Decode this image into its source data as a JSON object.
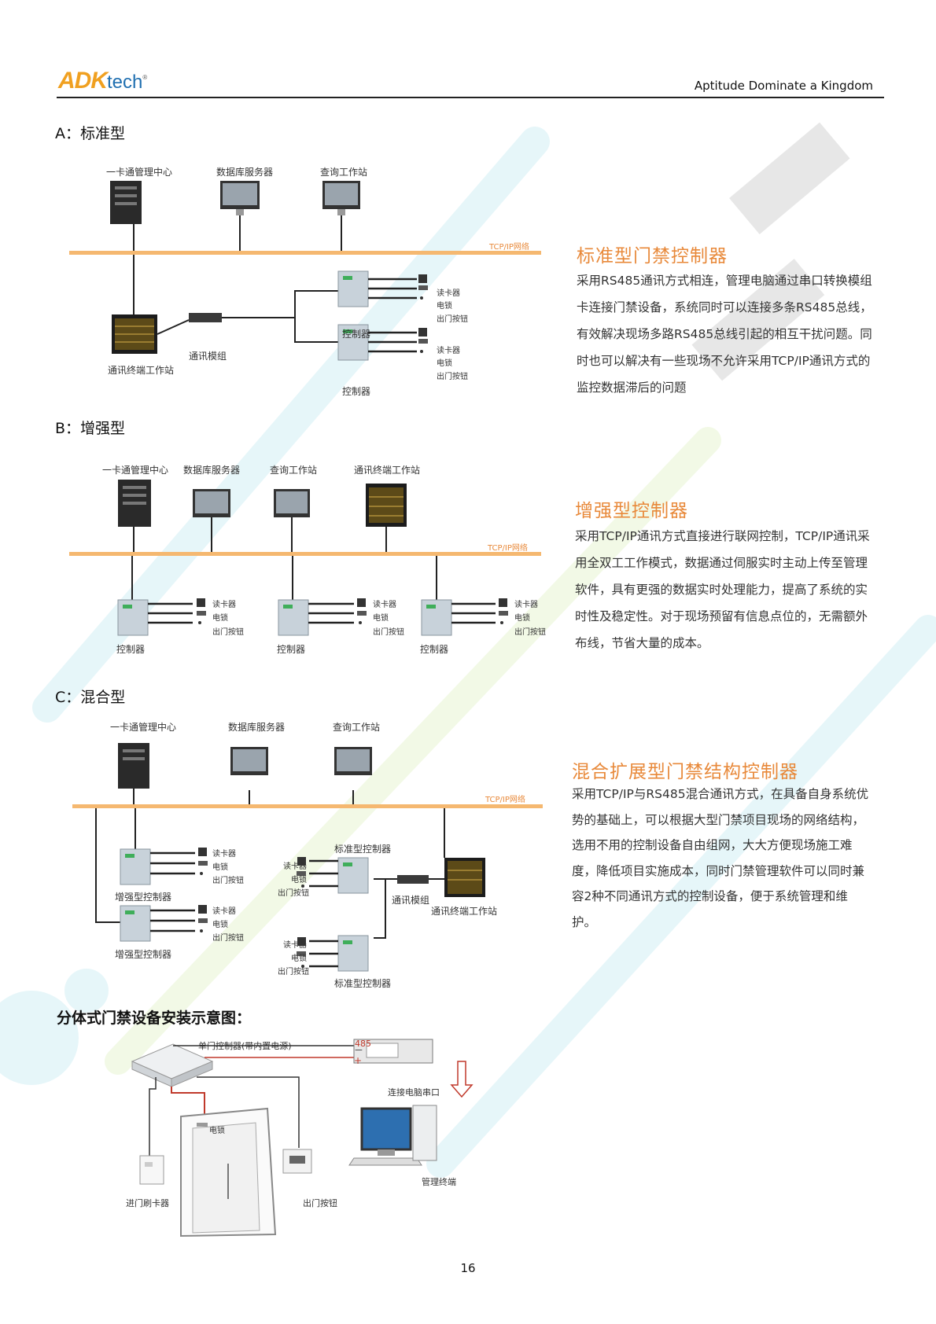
{
  "header": {
    "logo_brand": "ADK",
    "logo_suffix": "tech",
    "logo_mark": "®",
    "tagline": "Aptitude Dominate a Kingdom"
  },
  "sectionA": {
    "label": "A：标准型",
    "nodes": {
      "center": "一卡通管理中心",
      "db": "数据库服务器",
      "query": "查询工作站",
      "network": "TCP/IP网络",
      "terminal": "通讯终端工作站",
      "module": "通讯模组",
      "controller": "控制器",
      "reader": "读卡器",
      "lock": "电锁",
      "exit": "出门按钮"
    },
    "heading": "标准型门禁控制器",
    "text": "采用RS485通讯方式相连，管理电脑通过串口转换模组卡连接门禁设备，系统同时可以连接多条RS485总线，有效解决现场多路RS485总线引起的相互干扰问题。同时也可以解决有一些现场不允许采用TCP/IP通讯方式的监控数据滞后的问题"
  },
  "sectionB": {
    "label": "B：增强型",
    "nodes": {
      "center": "一卡通管理中心",
      "db": "数据库服务器",
      "query": "查询工作站",
      "terminal": "通讯终端工作站",
      "network": "TCP/IP网络",
      "controller": "控制器",
      "reader": "读卡器",
      "lock": "电锁",
      "exit": "出门按钮"
    },
    "heading": "增强型控制器",
    "text": "采用TCP/IP通讯方式直接进行联网控制，TCP/IP通讯采用全双工工作模式，数据通过伺服实时主动上传至管理软件，具有更强的数据实时处理能力，提高了系统的实时性及稳定性。对于现场预留有信息点位的，无需额外布线，节省大量的成本。"
  },
  "sectionC": {
    "label": "C：混合型",
    "nodes": {
      "center": "一卡通管理中心",
      "db": "数据库服务器",
      "query": "查询工作站",
      "network": "TCP/IP网络",
      "enhanced": "增强型控制器",
      "standard": "标准型控制器",
      "module": "通讯模组",
      "terminal": "通讯终端工作站",
      "reader": "读卡器",
      "lock": "电锁",
      "exit": "出门按钮"
    },
    "heading": "混合扩展型门禁结构控制器",
    "text": "采用TCP/IP与RS485混合通讯方式，在具备自身系统优势的基础上，可以根据大型门禁项目现场的网络结构，选用不用的控制设备自由组网，大大方便现场施工难度，降低项目实施成本，同时门禁管理软件可以同时兼容2种不同通讯方式的控制设备，便于系统管理和维护。"
  },
  "install": {
    "title": "分体式门禁设备安装示意图：",
    "controller": "单门控制器(带内置电源)",
    "converter": "485",
    "serial": "连接电脑串口",
    "lock": "电锁",
    "reader": "进门刷卡器",
    "exit": "出门按钮",
    "pc": "管理终端",
    "minus": "－",
    "plus": "+"
  },
  "page_number": "16",
  "colors": {
    "network_bus": "#f5b870",
    "accent": "#e8893a",
    "device_box": "#c8d2da",
    "watermark_teal": "#c9ecf2",
    "watermark_green": "#e3f3c8"
  }
}
